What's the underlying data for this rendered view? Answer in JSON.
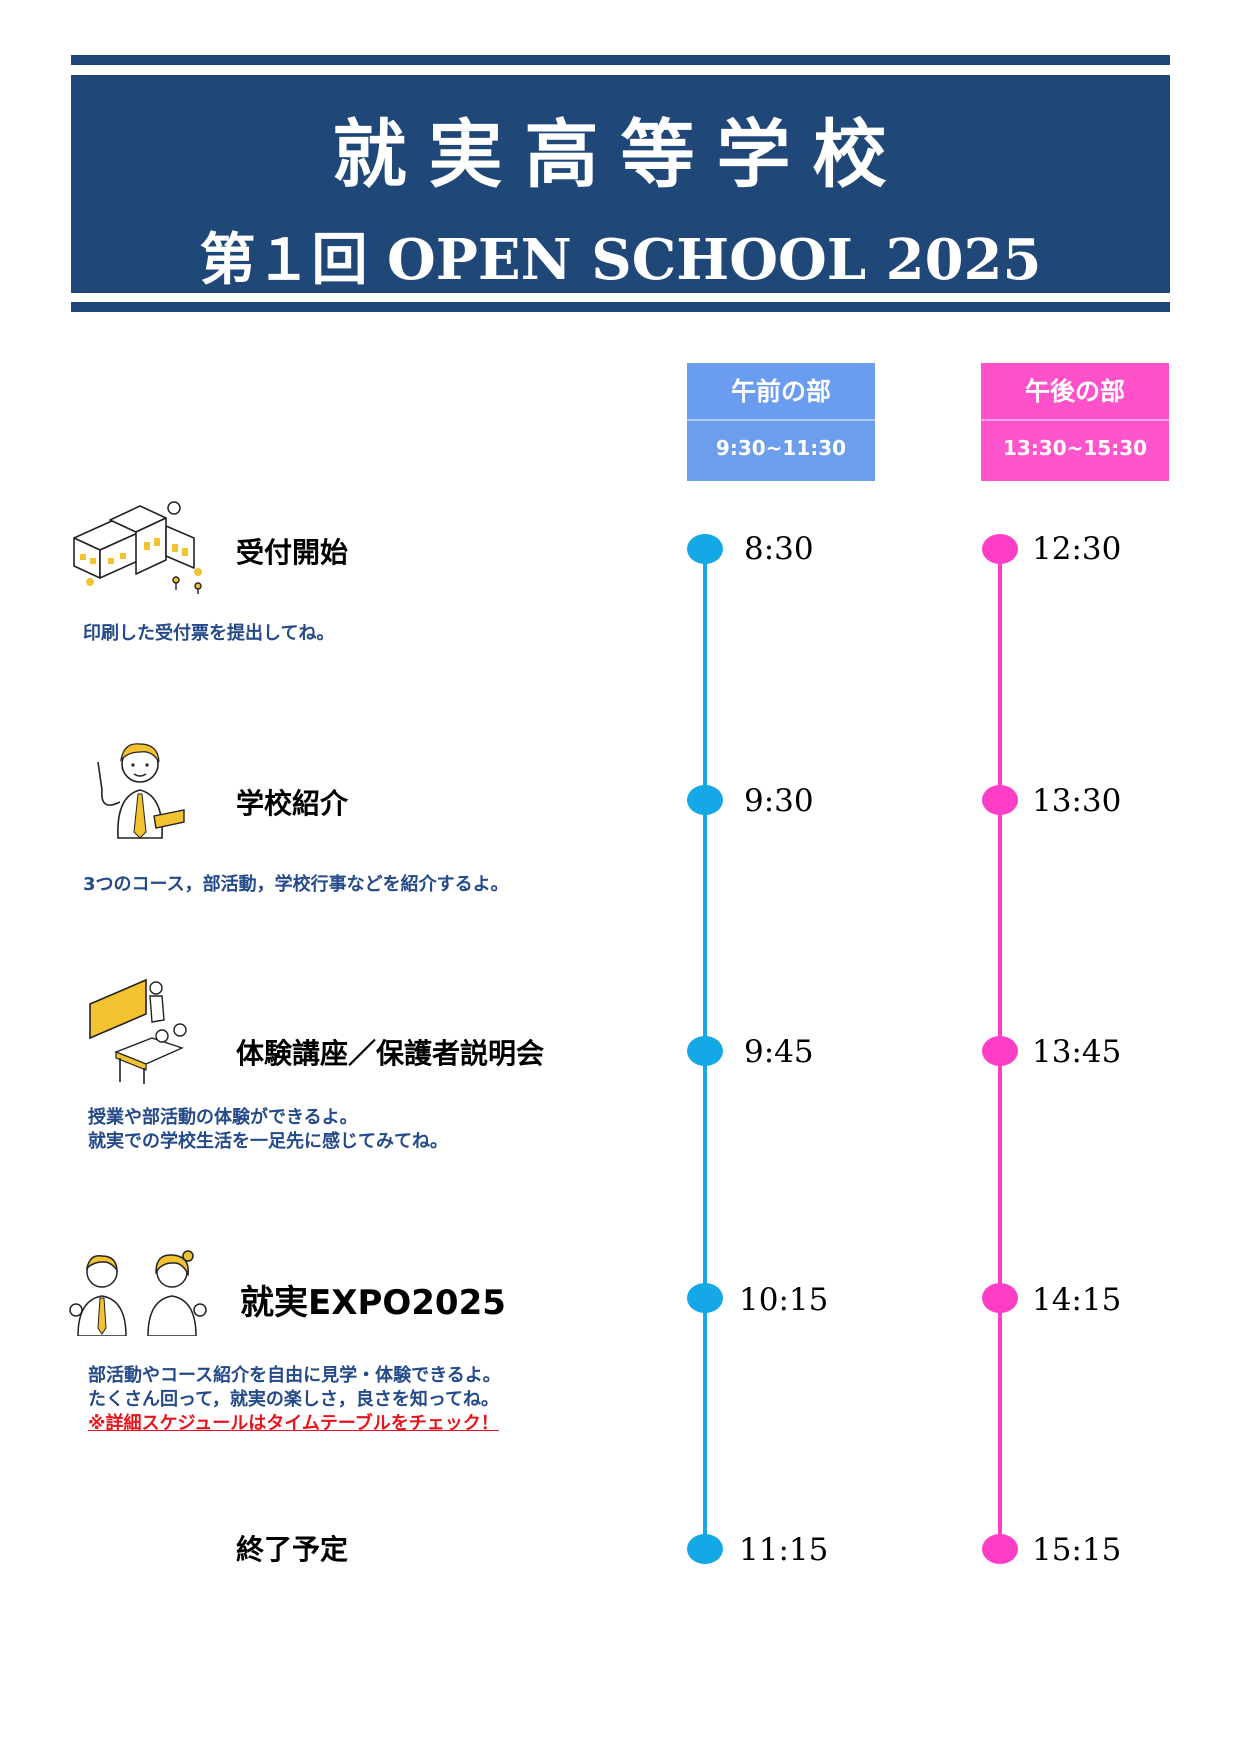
{
  "header": {
    "school_name": "就実高等学校",
    "event_title": "第１回 OPEN SCHOOL 2025"
  },
  "sessions": {
    "am": {
      "name": "午前の部",
      "time": "9:30~11:30",
      "color": "#6d9eeb"
    },
    "pm": {
      "name": "午後の部",
      "time": "13:30~15:30",
      "color": "#ff55cc"
    }
  },
  "schedule": [
    {
      "title": "受付開始",
      "am": "8:30",
      "pm": "12:30",
      "desc": [
        "印刷した受付票を提出してね。"
      ],
      "icon": "school-building-icon"
    },
    {
      "title": "学校紹介",
      "am": "9:30",
      "pm": "13:30",
      "desc": [
        "3つのコース，部活動，学校行事などを紹介するよ。"
      ],
      "icon": "presenter-icon"
    },
    {
      "title": "体験講座／保護者説明会",
      "am": "9:45",
      "pm": "13:45",
      "desc": [
        "授業や部活動の体験ができるよ。",
        "就実での学校生活を一足先に感じてみてね。"
      ],
      "icon": "classroom-icon"
    },
    {
      "title": "就実EXPO2025",
      "am": "10:15",
      "pm": "14:15",
      "desc": [
        "部活動やコース紹介を自由に見学・体験できるよ。",
        "たくさん回って，就実の楽しさ，良さを知ってね。"
      ],
      "note": "※詳細スケジュールはタイムテーブルをチェック！",
      "icon": "students-icon"
    },
    {
      "title": "終了予定",
      "am": "11:15",
      "pm": "15:15"
    }
  ],
  "colors": {
    "navy": "#1f4879",
    "am_line": "#14a8e6",
    "pm_line": "#ff3ec8",
    "desc_text": "#244a8a",
    "note_red": "#e8141c"
  }
}
